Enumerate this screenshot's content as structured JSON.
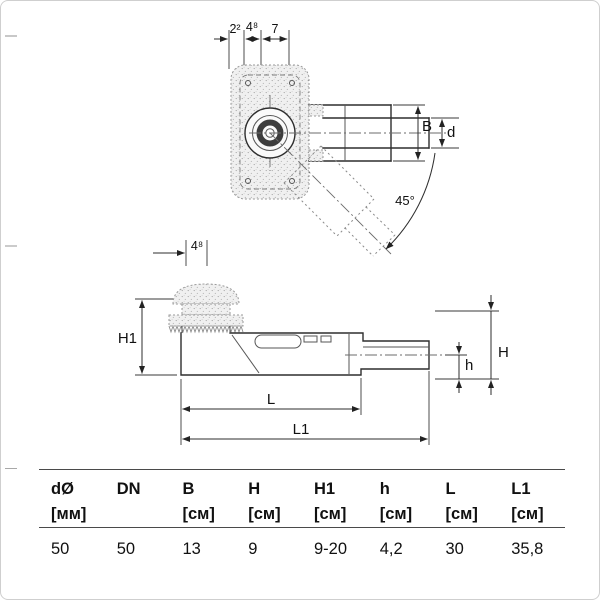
{
  "drawing": {
    "top_view": {
      "dim_2_2": "2²",
      "dim_4_8": "4⁸",
      "dim_7": "7",
      "label_B": "B",
      "label_d": "d",
      "angle_45": "45°"
    },
    "side_view": {
      "dim_4_8": "4⁸",
      "label_H1": "H1",
      "label_H": "H",
      "label_h": "h",
      "label_L": "L",
      "label_L1": "L1"
    }
  },
  "table": {
    "headers": [
      "dØ",
      "DN",
      "B",
      "H",
      "H1",
      "h",
      "L",
      "L1"
    ],
    "units": [
      "[мм]",
      "",
      "[см]",
      "[см]",
      "[см]",
      "[см]",
      "[см]",
      "[см]"
    ],
    "values": [
      "50",
      "50",
      "13",
      "9",
      "9-20",
      "4,2",
      "30",
      "35,8"
    ]
  }
}
